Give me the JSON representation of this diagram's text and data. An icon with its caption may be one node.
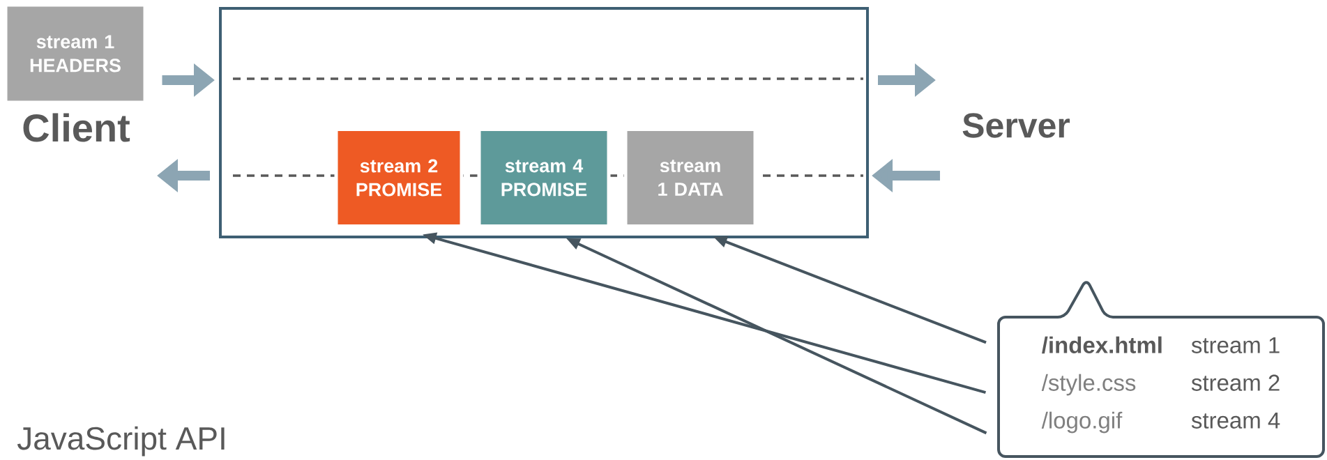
{
  "diagram": {
    "nodes": [
      {
        "text": [],
        "shape": "box"
      },
      {
        "text": [
          "stream 1 HEADERS"
        ]
      },
      {
        "text": [
          "stream 2 PROMISE"
        ],
        "in": 0
      },
      {
        "text": [
          "stream 4 PROMISE"
        ],
        "in": 0
      },
      {
        "text": [
          "stream 1 DATA"
        ],
        "in": 0
      },
      {
        "text": [
          "/index.html",
          "stream 1",
          "/style.css",
          "stream 2",
          "/logo.gif",
          "stream 4"
        ]
      }
    ],
    "edges": [
      {
        "from": 1,
        "to": 0,
        "arrow": "to"
      },
      {
        "from": 0,
        "to": null,
        "arrow": "to"
      },
      {
        "from": null,
        "to": 0,
        "arrow": "to"
      },
      {
        "from": 0,
        "to": null,
        "arrow": "to"
      },
      {
        "from": 5,
        "to": 4,
        "arrow": "to"
      },
      {
        "from": 5,
        "to": 2,
        "arrow": "to"
      },
      {
        "from": 5,
        "to": 3,
        "arrow": "to"
      }
    ],
    "labels": [
      "Client",
      "Server",
      "JavaScript API"
    ]
  }
}
